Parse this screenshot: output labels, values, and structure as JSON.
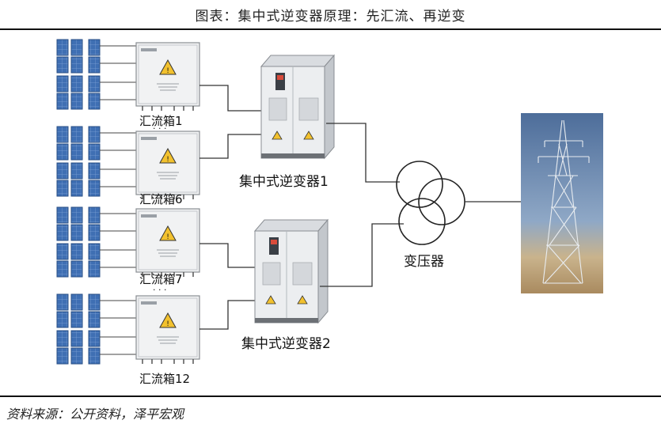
{
  "title": "图表：集中式逆变器原理：先汇流、再逆变",
  "source": "资料来源：公开资料，泽平宏观",
  "combiner_boxes": [
    {
      "label": "汇流箱1"
    },
    {
      "label": "汇流箱6"
    },
    {
      "label": "汇流箱7"
    },
    {
      "label": "汇流箱12"
    }
  ],
  "inverters": [
    {
      "label": "集中式逆变器1"
    },
    {
      "label": "集中式逆变器2"
    }
  ],
  "transformer": {
    "label": "变压器"
  },
  "ellipsis": "· · ·",
  "colors": {
    "panel": "#3f6fb3",
    "wire": "#333333",
    "cabinet": "#e9ebee",
    "warning": "#f2c12e"
  }
}
